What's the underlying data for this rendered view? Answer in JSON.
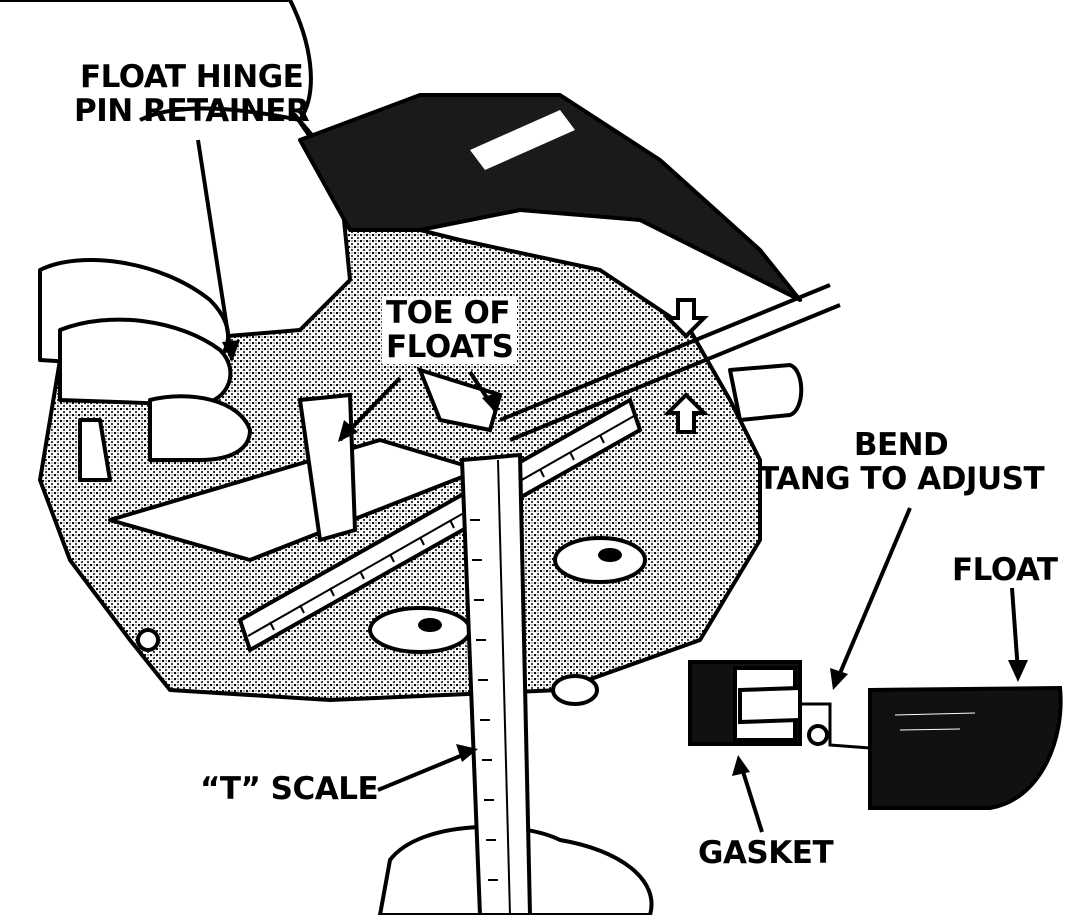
{
  "labels": {
    "float_hinge_pin_retainer": [
      "FLOAT HINGE",
      "PIN RETAINER"
    ],
    "toe_of_floats": [
      "TOE OF",
      "FLOATS"
    ],
    "bend_tang": [
      "BEND",
      "TANG TO ADJUST"
    ],
    "float": "FLOAT",
    "t_scale": "“T” SCALE",
    "gasket": "GASKET"
  },
  "colors": {
    "ink": "#000000",
    "paper": "#ffffff",
    "shade": "#3a3a3a"
  }
}
